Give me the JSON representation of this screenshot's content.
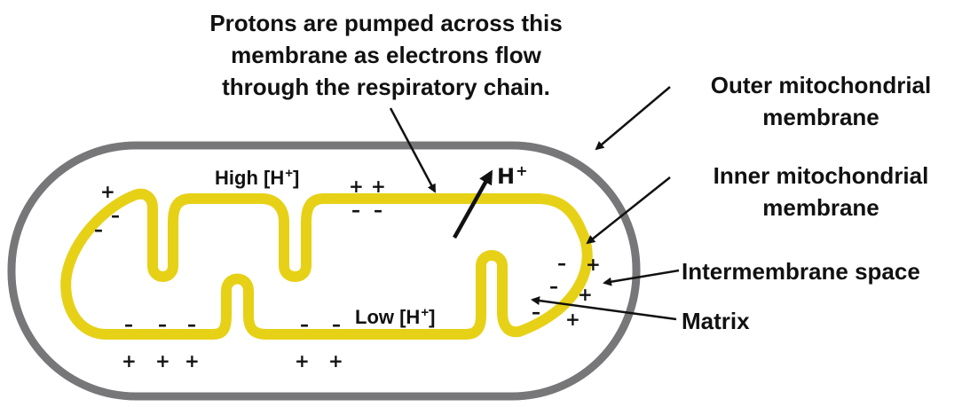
{
  "caption": {
    "line1": "Protons are pumped across this",
    "line2": "membrane as electrons flow",
    "line3": "through the respiratory chain."
  },
  "labels": {
    "outer_line1": "Outer mitochondrial",
    "outer_line2": "membrane",
    "inner_line1": "Inner mitochondrial",
    "inner_line2": "membrane",
    "intermembrane": "Intermembrane space",
    "matrix": "Matrix"
  },
  "concentrations": {
    "high_text": "High [H",
    "low_text": "Low [H",
    "sup": "+",
    "close": "]"
  },
  "proton": {
    "symbol": "H",
    "sup": "+"
  },
  "charges": {
    "plus": "+",
    "minus": "–"
  },
  "colors": {
    "outer_membrane": "#77777a",
    "inner_membrane": "#e6d117",
    "text": "#111111"
  }
}
